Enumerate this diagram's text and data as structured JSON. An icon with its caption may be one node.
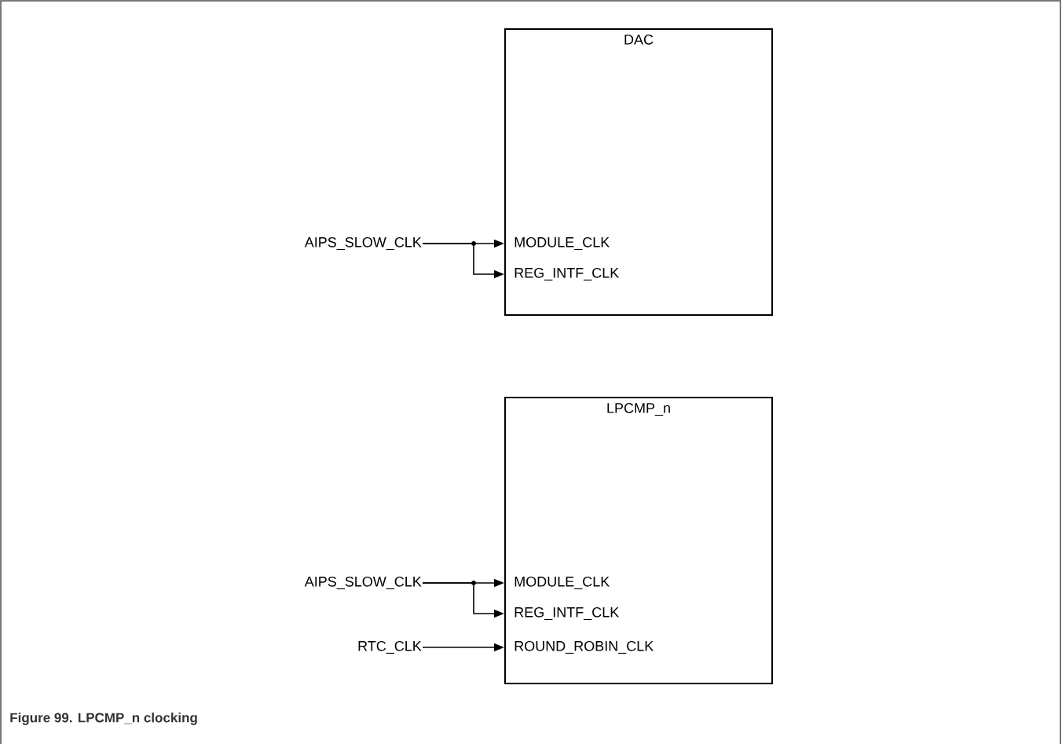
{
  "diagram": {
    "caption": "Figure 99. LPCMP_n clocking",
    "nodes": [
      {
        "text": [
          "DAC"
        ]
      },
      {
        "text": [
          "MODULE_CLK"
        ],
        "in": 0
      },
      {
        "text": [
          "REG_INTF_CLK"
        ],
        "in": 0
      },
      {
        "text": [
          "AIPS_SLOW_CLK"
        ]
      },
      {
        "text": [
          "LPCMP_n"
        ]
      },
      {
        "text": [
          "MODULE_CLK"
        ],
        "in": 4
      },
      {
        "text": [
          "REG_INTF_CLK"
        ],
        "in": 4
      },
      {
        "text": [
          "ROUND_ROBIN_CLK"
        ],
        "in": 4
      },
      {
        "text": [
          "AIPS_SLOW_CLK"
        ]
      },
      {
        "text": [
          "RTC_CLK"
        ]
      }
    ],
    "edges": [
      {
        "from": 3,
        "to": 1,
        "arrow": "to"
      },
      {
        "from": 3,
        "to": 2,
        "arrow": "to"
      },
      {
        "from": 8,
        "to": 5,
        "arrow": "to"
      },
      {
        "from": 8,
        "to": 6,
        "arrow": "to"
      },
      {
        "from": 9,
        "to": 7,
        "arrow": "to"
      }
    ]
  }
}
